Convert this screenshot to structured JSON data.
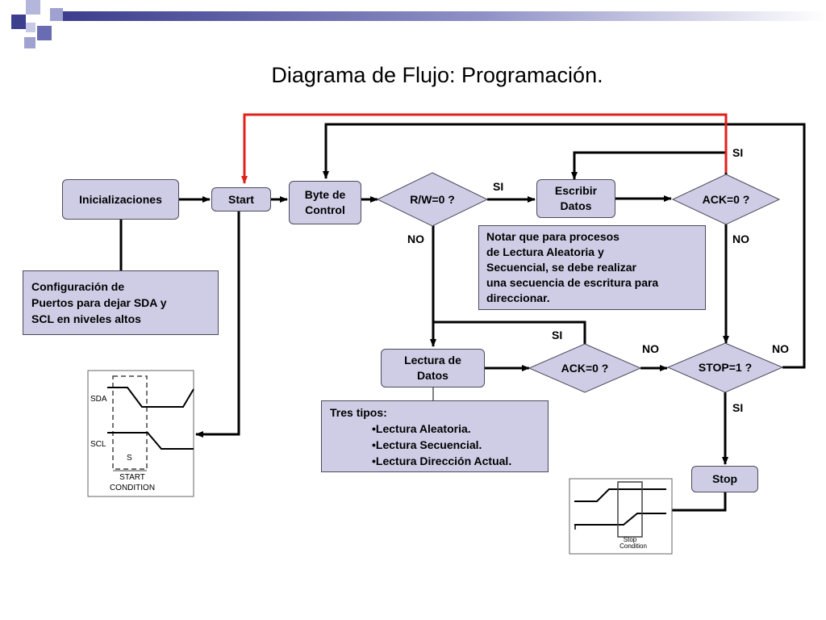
{
  "title": "Diagrama de Flujo: Programación.",
  "nodes": {
    "inicializaciones": "Inicializaciones",
    "start": "Start",
    "byte_control": "Byte  de\nControl",
    "rw": "R/W=0 ?",
    "escribir": "Escribir\nDatos",
    "ack_top": "ACK=0 ?",
    "lectura": "Lectura de\nDatos",
    "ack_mid": "ACK=0 ?",
    "stop_check": "STOP=1 ?",
    "stop": "Stop"
  },
  "notes": {
    "config": "Configuración de\nPuertos para dejar SDA y\nSCL en niveles altos",
    "escritura": "Notar que para procesos\nde Lectura Aleatoria y\nSecuencial, se debe realizar\nuna secuencia de escritura para\ndireccionar.",
    "tipos_title": "Tres tipos:",
    "tipos_items": [
      "•Lectura Aleatoria.",
      "•Lectura Secuencial.",
      "•Lectura Dirección Actual."
    ]
  },
  "labels": {
    "si_rw": "SI",
    "no_rw": "NO",
    "si_ack_top": "SI",
    "no_ack_top": "NO",
    "si_ack_mid": "SI",
    "no_ack_mid": "NO",
    "no_stop": "NO",
    "si_stop": "SI"
  },
  "start_waveform": {
    "sda": "SDA",
    "scl": "SCL",
    "s": "S",
    "caption_line1": "START",
    "caption_line2": "CONDITION"
  },
  "stop_waveform": {
    "caption_line1": "Stop",
    "caption_line2": "Condition"
  },
  "colors": {
    "box_fill": "#cfcde6",
    "loop_arrow": "#e0211a",
    "deco_blue": "#4b4d9a"
  }
}
